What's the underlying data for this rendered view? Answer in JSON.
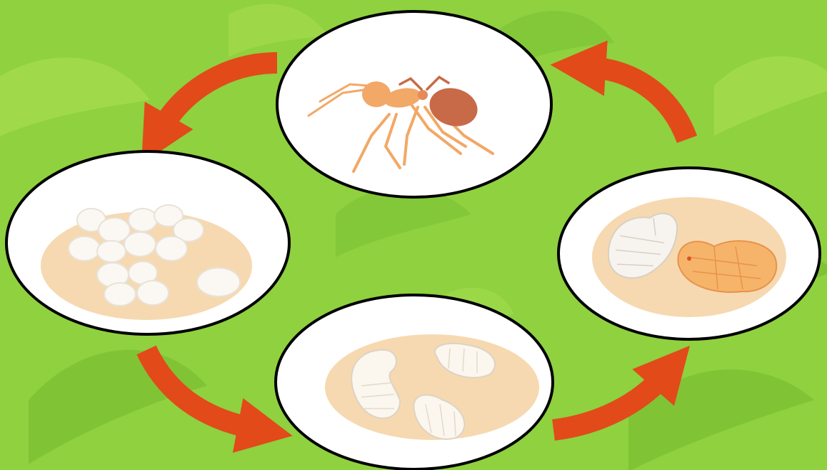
{
  "diagram": {
    "type": "cycle",
    "stages": [
      {
        "id": "adult",
        "icon": "adult-ant-icon"
      },
      {
        "id": "eggs",
        "icon": "eggs-icon"
      },
      {
        "id": "larvae",
        "icon": "larvae-icon"
      },
      {
        "id": "pupae",
        "icon": "pupae-icon"
      }
    ],
    "arrows": [
      {
        "from": "adult",
        "to": "eggs"
      },
      {
        "from": "eggs",
        "to": "larvae"
      },
      {
        "from": "larvae",
        "to": "pupae"
      },
      {
        "from": "pupae",
        "to": "adult"
      }
    ]
  },
  "colors": {
    "background": "#8fd13f",
    "background_leaf_light": "#b4e25c",
    "background_leaf_dark": "#6fb52c",
    "arrow": "#e24a1a",
    "circle_fill": "#ffffff",
    "circle_border": "#000000",
    "nest_patch": "#f6d9b0",
    "ant_light": "#f2a866",
    "ant_dark": "#c86a47",
    "egg": "#fbf8f4",
    "pupa_orange": "#f6b46a"
  }
}
